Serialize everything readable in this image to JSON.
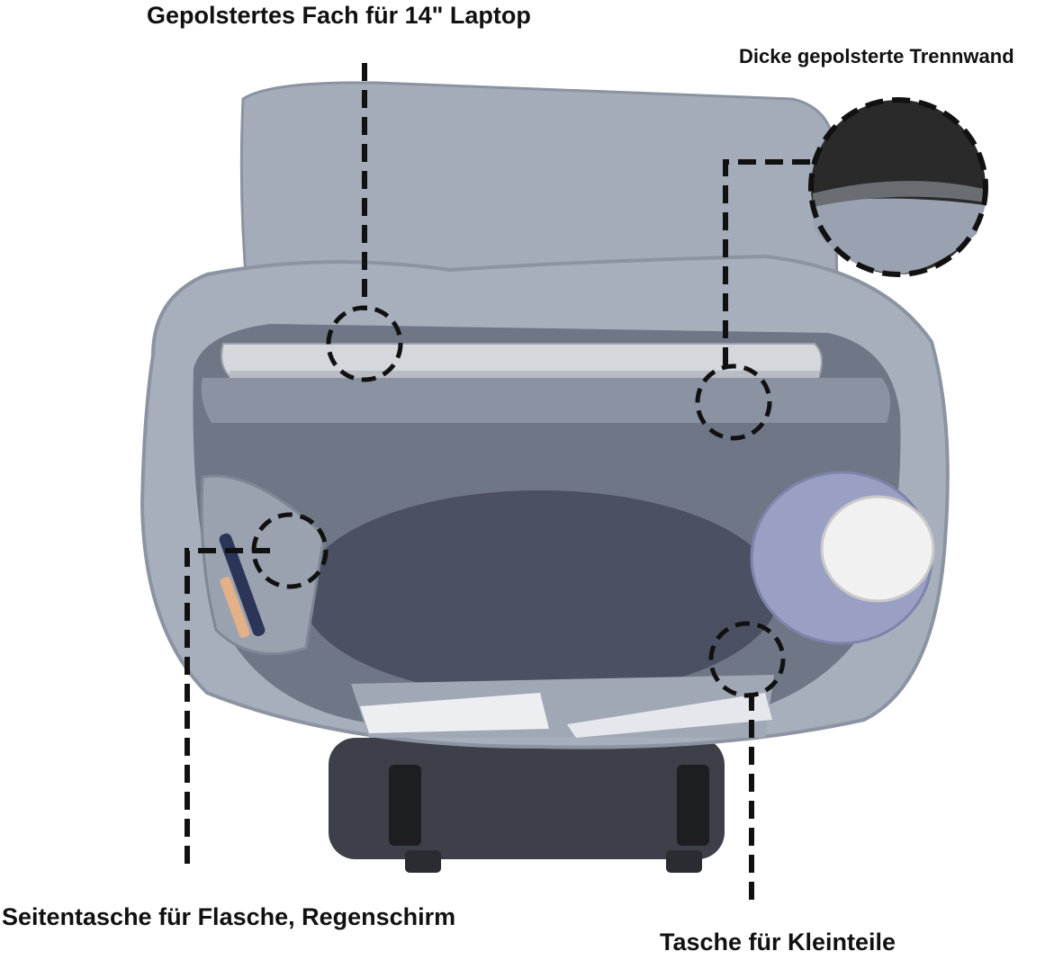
{
  "labels": {
    "laptop_compartment": "Gepolstertes Fach für 14\" Laptop",
    "divider": "Dicke gepolsterte Trennwand",
    "side_pocket": "Seitentasche für Flasche, Regenschirm",
    "small_items_pocket": "Tasche für Kleinteile"
  },
  "colors": {
    "lining": "#9ea6b4",
    "lining_dark": "#5b6272",
    "interior_base": "#4a5060",
    "shell": "#3a3d44",
    "callout_line": "#111111"
  }
}
